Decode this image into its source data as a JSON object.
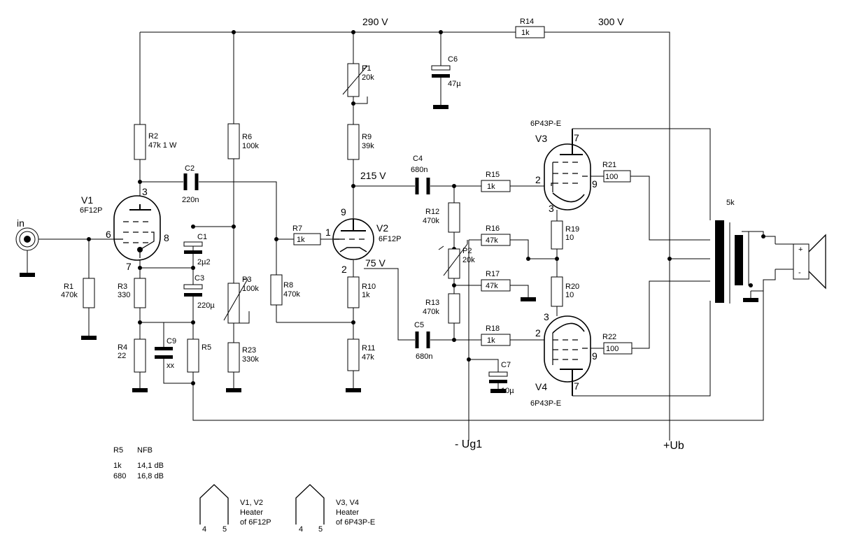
{
  "rails": {
    "b_plus_290": "290 V",
    "b_plus_300": "300 V",
    "v215": "215 V",
    "v75": "75 V",
    "minus_ug1": "- Ug1",
    "plus_ub": "+Ub"
  },
  "input": {
    "label": "in"
  },
  "tubes": {
    "V1": {
      "name": "V1",
      "type": "6F12P",
      "pins": [
        "3",
        "6",
        "8",
        "7"
      ]
    },
    "V2": {
      "name": "V2",
      "type": "6F12P",
      "pins": [
        "9",
        "1",
        "2"
      ]
    },
    "V3": {
      "name": "V3",
      "type": "6P43P-E",
      "pins": [
        "7",
        "2",
        "9",
        "3"
      ]
    },
    "V4": {
      "name": "V4",
      "type": "6P43P-E",
      "pins": [
        "3",
        "2",
        "9",
        "7"
      ]
    }
  },
  "resistors": {
    "R1": {
      "name": "R1",
      "value": "470k"
    },
    "R2": {
      "name": "R2",
      "value": "47k 1 W"
    },
    "R3": {
      "name": "R3",
      "value": "330"
    },
    "R4": {
      "name": "R4",
      "value": "22"
    },
    "R5": {
      "name": "R5",
      "value": ""
    },
    "R6": {
      "name": "R6",
      "value": "100k"
    },
    "R7": {
      "name": "R7",
      "value": "1k"
    },
    "R8": {
      "name": "R8",
      "value": "470k"
    },
    "R9": {
      "name": "R9",
      "value": "39k"
    },
    "R10": {
      "name": "R10",
      "value": "1k"
    },
    "R11": {
      "name": "R11",
      "value": "47k"
    },
    "R12": {
      "name": "R12",
      "value": "470k"
    },
    "R13": {
      "name": "R13",
      "value": "470k"
    },
    "R14": {
      "name": "R14",
      "value": "1k"
    },
    "R15": {
      "name": "R15",
      "value": "1k"
    },
    "R16": {
      "name": "R16",
      "value": "47k"
    },
    "R17": {
      "name": "R17",
      "value": "47k"
    },
    "R18": {
      "name": "R18",
      "value": "1k"
    },
    "R19": {
      "name": "R19",
      "value": "10"
    },
    "R20": {
      "name": "R20",
      "value": "10"
    },
    "R21": {
      "name": "R21",
      "value": "100"
    },
    "R22": {
      "name": "R22",
      "value": "100"
    },
    "R23": {
      "name": "R23",
      "value": "330k"
    }
  },
  "pots": {
    "P1": {
      "name": "P1",
      "value": "20k"
    },
    "P2": {
      "name": "P2",
      "value": "20k"
    },
    "P3": {
      "name": "P3",
      "value": "100k"
    }
  },
  "capacitors": {
    "C1": {
      "name": "C1",
      "value": "2µ2"
    },
    "C2": {
      "name": "C2",
      "value": "220n"
    },
    "C3": {
      "name": "C3",
      "value": "220µ"
    },
    "C4": {
      "name": "C4",
      "value": "680n"
    },
    "C5": {
      "name": "C5",
      "value": "680n"
    },
    "C6": {
      "name": "C6",
      "value": "47µ"
    },
    "C7": {
      "name": "C7",
      "value": "10µ"
    },
    "C9": {
      "name": "C9",
      "value": "xx"
    }
  },
  "transformer": {
    "label": "5k"
  },
  "speaker": {
    "plus": "+",
    "minus": "-"
  },
  "nfb_table": {
    "header": [
      "R5",
      "NFB"
    ],
    "rows": [
      [
        "1k",
        "14,1 dB"
      ],
      [
        "680",
        "16,8 dB"
      ]
    ]
  },
  "heaters": [
    {
      "pins": [
        "4",
        "5"
      ],
      "text": [
        "V1, V2",
        "Heater",
        "of 6F12P"
      ]
    },
    {
      "pins": [
        "4",
        "5"
      ],
      "text": [
        "V3, V4",
        "Heater",
        "of 6P43P-E"
      ]
    }
  ]
}
